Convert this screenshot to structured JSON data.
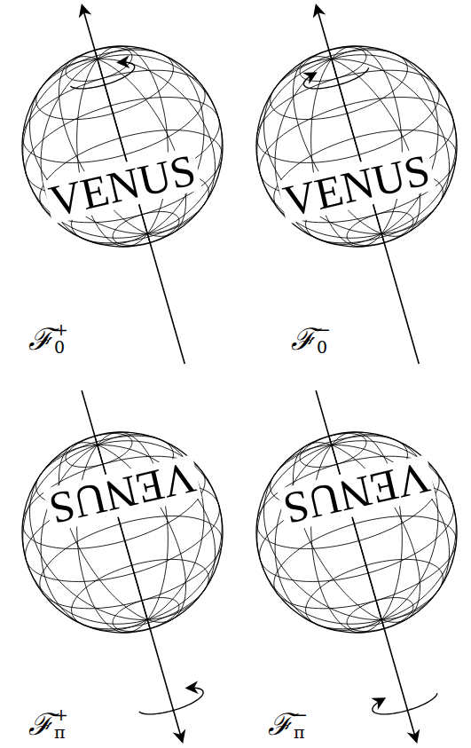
{
  "diagram": {
    "nodes": [
      {
        "text": [
          "VENUS"
        ]
      },
      {
        "text": [
          "VENUS"
        ]
      },
      {
        "text": [
          "VENUS"
        ]
      },
      {
        "text": [
          "VENUS"
        ]
      }
    ],
    "labels": [
      "ℱ",
      "0",
      "+",
      "ℱ",
      "0",
      "−",
      "ℱ",
      "π",
      "+",
      "ℱ",
      "π",
      "−"
    ]
  }
}
